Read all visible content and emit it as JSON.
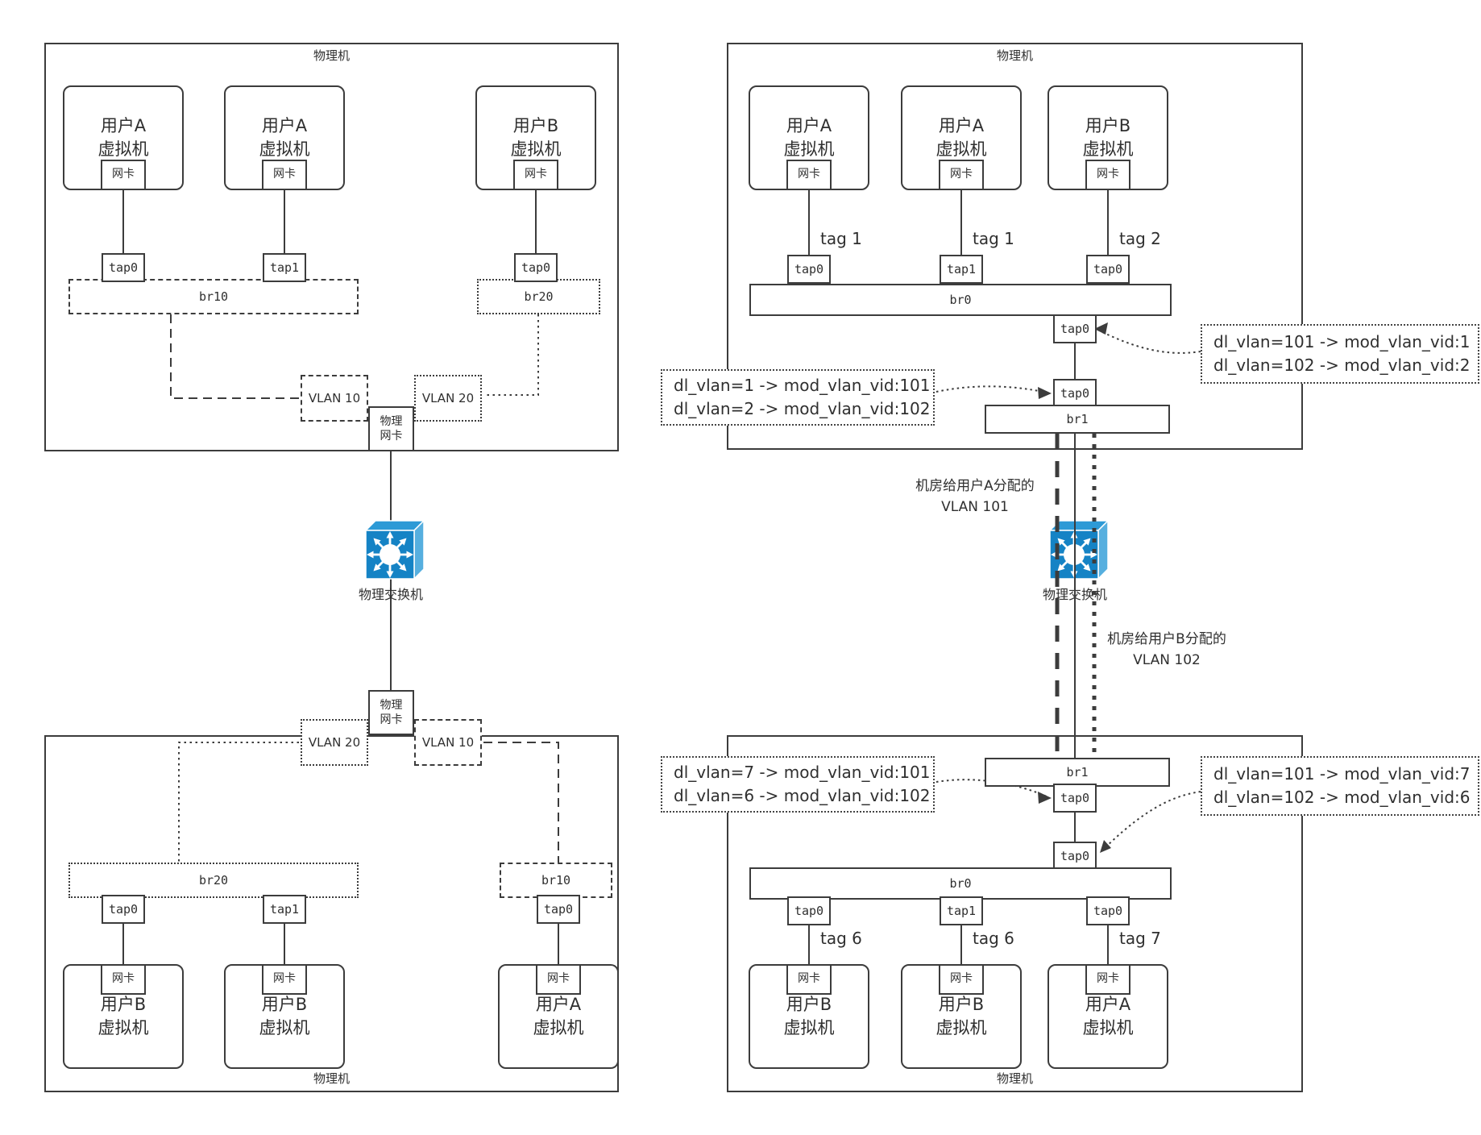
{
  "titles": {
    "host": "物理机",
    "switch": "物理交换机"
  },
  "nodes": {
    "nic": "网卡",
    "phys_nic_l1": "物理",
    "phys_nic_l2": "网卡",
    "tap0": "tap0",
    "tap1": "tap1",
    "br0": "br0",
    "br1": "br1",
    "br10": "br10",
    "br20": "br20",
    "vlan10": "VLAN 10",
    "vlan20": "VLAN 20"
  },
  "vms": {
    "user_a": "用户A",
    "user_b": "用户B",
    "line2": "虚拟机"
  },
  "tags": {
    "tag1": "tag 1",
    "tag2": "tag 2",
    "tag6": "tag 6",
    "tag7": "tag 7"
  },
  "notes": {
    "vlan101_l1": "机房给用户A分配的",
    "vlan101_l2": "VLAN 101",
    "vlan102_l1": "机房给用户B分配的",
    "vlan102_l2": "VLAN 102"
  },
  "rules": {
    "top_left": [
      "dl_vlan=1 -> mod_vlan_vid:101",
      "dl_vlan=2 -> mod_vlan_vid:102"
    ],
    "top_right": [
      "dl_vlan=101 -> mod_vlan_vid:1",
      "dl_vlan=102 -> mod_vlan_vid:2"
    ],
    "bottom_left": [
      "dl_vlan=7 -> mod_vlan_vid:101",
      "dl_vlan=6 -> mod_vlan_vid:102"
    ],
    "bottom_right": [
      "dl_vlan=101 -> mod_vlan_vid:7",
      "dl_vlan=102 -> mod_vlan_vid:6"
    ]
  },
  "colors": {
    "switch_front": "#1583C5",
    "switch_top": "#2D9AD6",
    "switch_side": "#56AFDF",
    "line": "#3C3C3C"
  }
}
